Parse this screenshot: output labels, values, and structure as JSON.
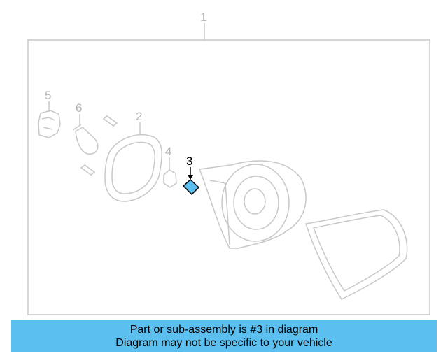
{
  "callouts": {
    "c1": "1",
    "c2": "2",
    "c3": "3",
    "c4": "4",
    "c5": "5",
    "c6": "6"
  },
  "banner": {
    "line1": "Part or sub-assembly is #3 in diagram",
    "line2": "Diagram may not be specific to your vehicle"
  },
  "colors": {
    "line_art": "#c8c8c8",
    "highlight": "#5bc0f0",
    "banner_bg": "#5bc0f0"
  }
}
